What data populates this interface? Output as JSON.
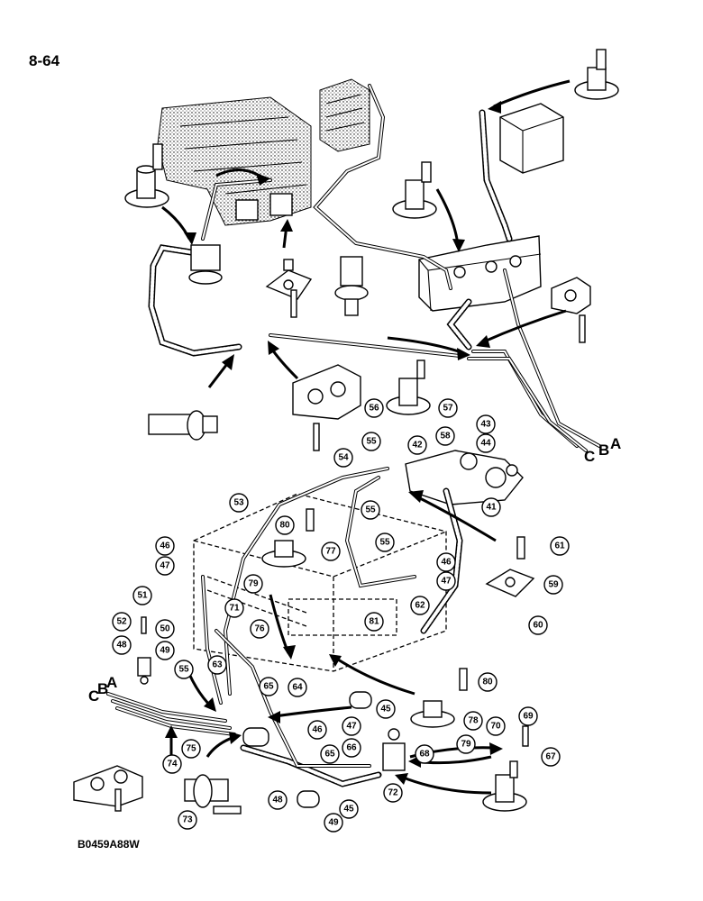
{
  "header": {
    "page_number": "8-64"
  },
  "footer": {
    "figure_code": "B0459A88W"
  },
  "line_labels": {
    "a": "A",
    "b": "B",
    "c": "C"
  },
  "callouts": {
    "n41": "41",
    "n42": "42",
    "n43": "43",
    "n44": "44",
    "n45": "45",
    "n46": "46",
    "n47": "47",
    "n48": "48",
    "n49": "49",
    "n50": "50",
    "n51": "51",
    "n52": "52",
    "n53": "53",
    "n54": "54",
    "n55": "55",
    "n56": "56",
    "n57": "57",
    "n58": "58",
    "n59": "59",
    "n60": "60",
    "n61": "61",
    "n62": "62",
    "n63": "63",
    "n64": "64",
    "n65": "65",
    "n66": "66",
    "n67": "67",
    "n68": "68",
    "n69": "69",
    "n70": "70",
    "n71": "71",
    "n72": "72",
    "n73": "73",
    "n74": "74",
    "n75": "75",
    "n76": "76",
    "n77": "77",
    "n78": "78",
    "n79": "79",
    "n80": "80",
    "n81": "81"
  }
}
